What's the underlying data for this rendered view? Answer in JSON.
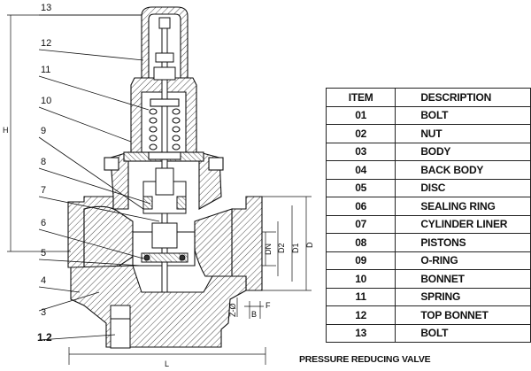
{
  "callouts": [
    "13",
    "12",
    "11",
    "10",
    "9",
    "8",
    "7",
    "6",
    "5",
    "4",
    "3",
    "1.2"
  ],
  "dimensions": {
    "height": "H",
    "dn": "DN",
    "d2": "D2",
    "d1": "D1",
    "d": "D",
    "z_phi": "Z-Ø",
    "b": "B",
    "f": "F",
    "l": "L"
  },
  "table": {
    "headers": {
      "item": "ITEM",
      "description": "DESCRIPTION"
    },
    "rows": [
      {
        "item": "01",
        "description": "BOLT"
      },
      {
        "item": "02",
        "description": "NUT"
      },
      {
        "item": "03",
        "description": "BODY"
      },
      {
        "item": "04",
        "description": "BACK BODY"
      },
      {
        "item": "05",
        "description": "DISC"
      },
      {
        "item": "06",
        "description": "SEALING RING"
      },
      {
        "item": "07",
        "description": "CYLINDER LINER"
      },
      {
        "item": "08",
        "description": "PISTONS"
      },
      {
        "item": "09",
        "description": "O-RING"
      },
      {
        "item": "10",
        "description": "BONNET"
      },
      {
        "item": "11",
        "description": "SPRING"
      },
      {
        "item": "12",
        "description": "TOP BONNET"
      },
      {
        "item": "13",
        "description": "BOLT"
      }
    ]
  },
  "caption": "PRESSURE REDUCING VALVE"
}
